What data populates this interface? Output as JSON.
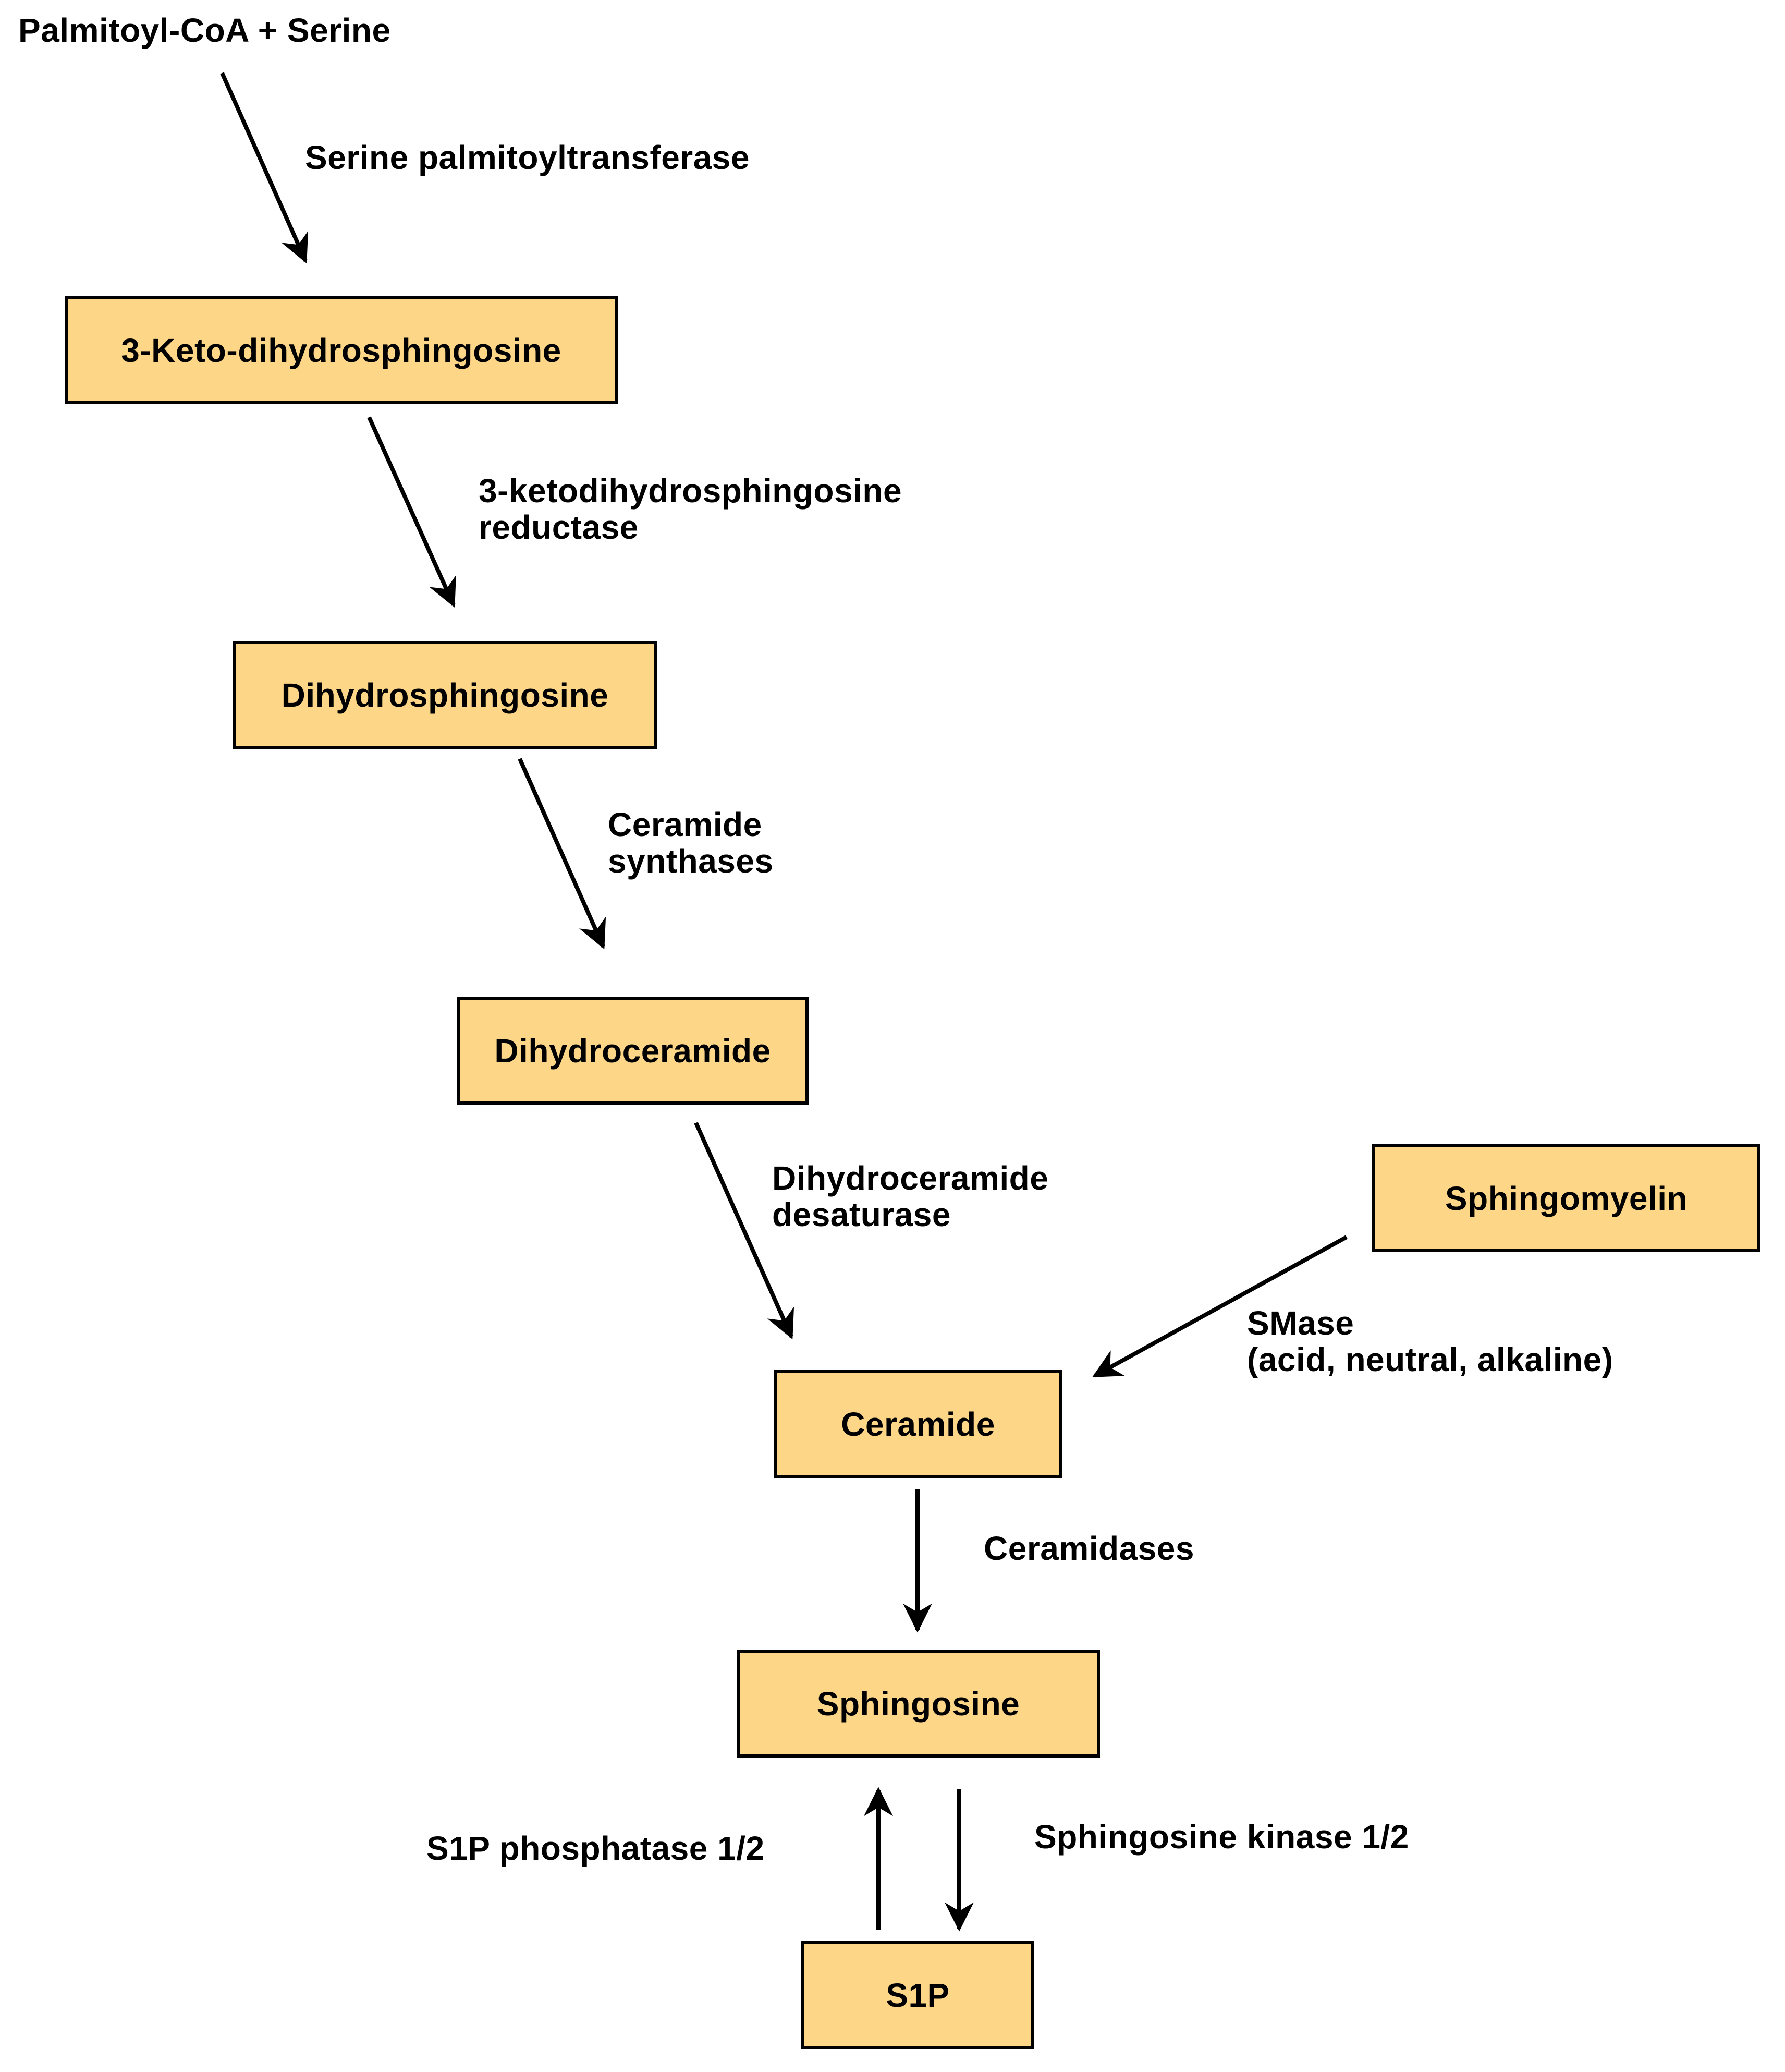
{
  "title": "Palmitoyl-CoA + Serine",
  "nodes": {
    "keto": "3-Keto-dihydrosphingosine",
    "dihydrosphingosine": "Dihydrosphingosine",
    "dihydroceramide": "Dihydroceramide",
    "ceramide": "Ceramide",
    "sphingomyelin": "Sphingomyelin",
    "sphingosine": "Sphingosine",
    "s1p": "S1P"
  },
  "enzymes": {
    "serine_palmitoyltransferase": "Serine palmitoyltransferase",
    "keto_reductase_line1": "3-ketodihydrosphingosine",
    "keto_reductase_line2": "reductase",
    "ceramide_synthases_line1": "Ceramide",
    "ceramide_synthases_line2": "synthases",
    "desaturase_line1": "Dihydroceramide",
    "desaturase_line2": "desaturase",
    "smase_line1": "SMase",
    "smase_line2": "(acid, neutral, alkaline)",
    "ceramidases": "Ceramidases",
    "s1p_phosphatase": "S1P phosphatase 1/2",
    "sphingosine_kinase": "Sphingosine kinase 1/2"
  },
  "colors": {
    "box_fill": "#fdd687",
    "stroke": "#000000"
  }
}
